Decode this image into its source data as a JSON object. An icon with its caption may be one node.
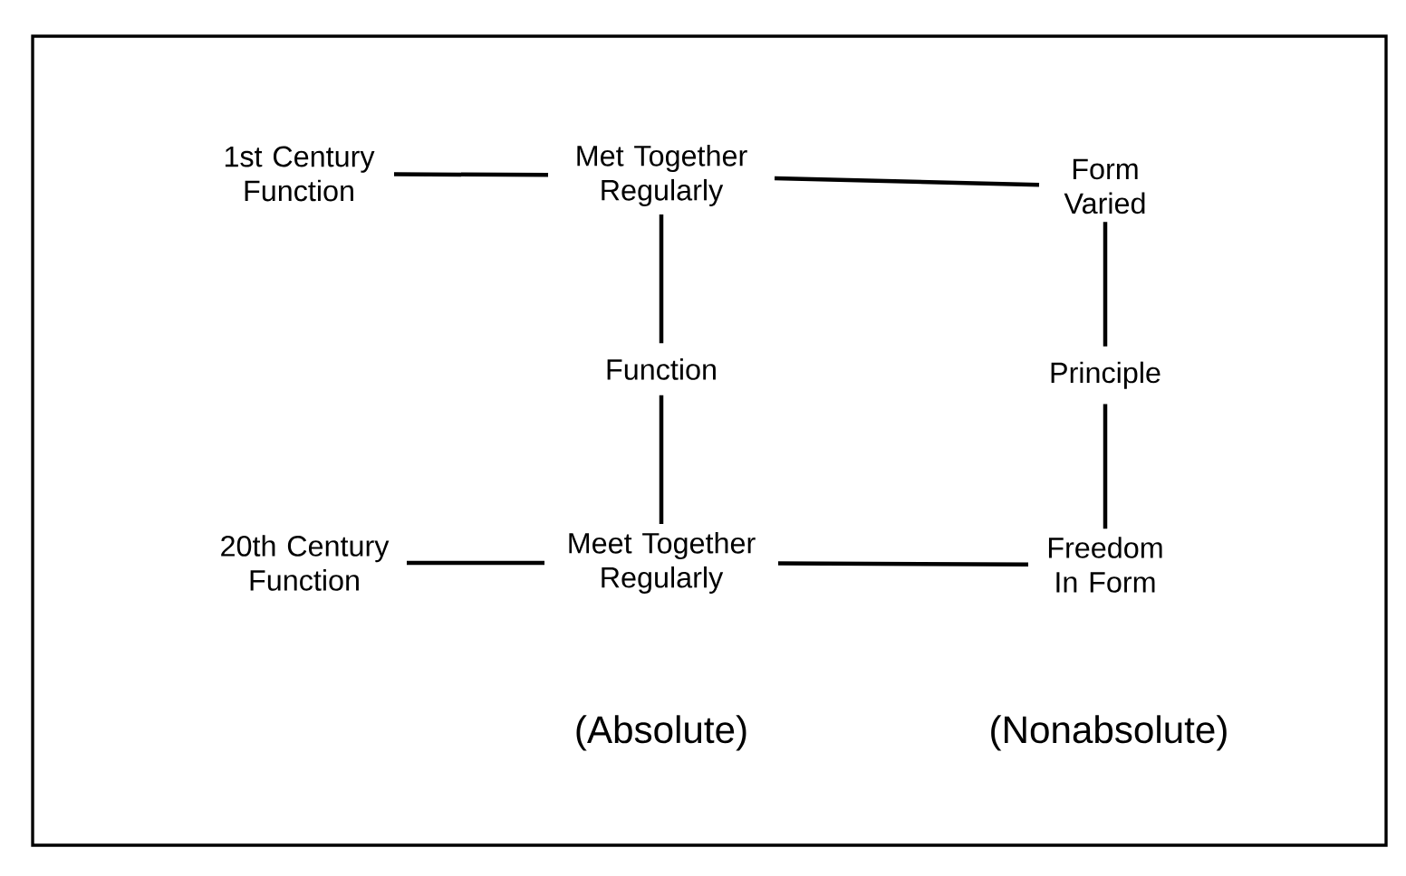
{
  "diagram": {
    "nodes": [
      {
        "text": [
          "1st Century Function"
        ]
      },
      {
        "text": [
          "Met Together Regularly"
        ]
      },
      {
        "text": [
          "Form Varied"
        ]
      },
      {
        "text": [
          "20th Century Function"
        ]
      },
      {
        "text": [
          "Meet Together Regularly"
        ]
      },
      {
        "text": [
          "Freedom In Form"
        ]
      }
    ],
    "edges": [
      {
        "from": 0,
        "to": 1,
        "arrow": "none"
      },
      {
        "from": 1,
        "to": 2,
        "arrow": "none"
      },
      {
        "from": 1,
        "to": 4,
        "arrow": "none",
        "label": "Function"
      },
      {
        "from": 2,
        "to": 5,
        "arrow": "none",
        "label": "Principle"
      },
      {
        "from": 3,
        "to": 4,
        "arrow": "none"
      },
      {
        "from": 4,
        "to": 5,
        "arrow": "none"
      }
    ],
    "labels": [
      "(Absolute)",
      "(Nonabsolute)"
    ]
  }
}
